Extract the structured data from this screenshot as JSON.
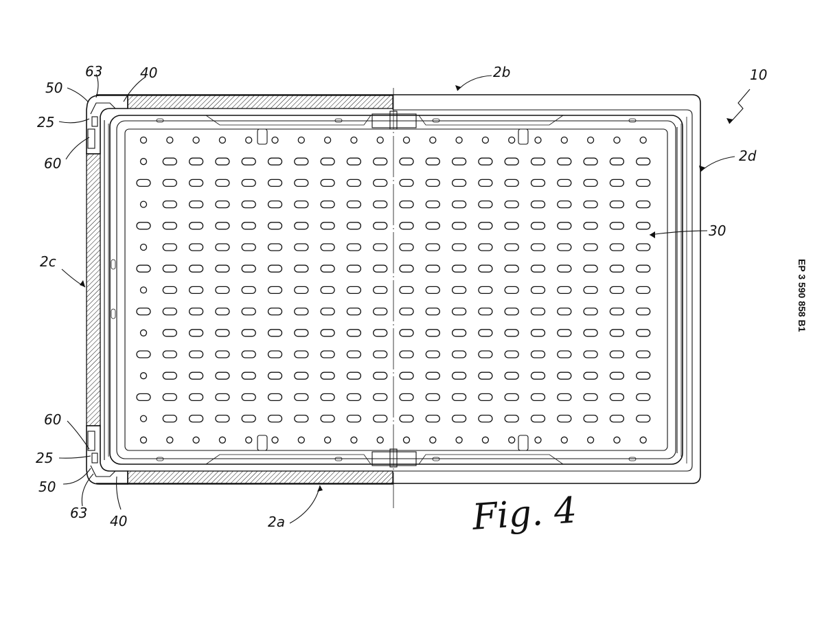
{
  "figure": {
    "caption": "Fig. 4",
    "publication_number": "EP 3 590 858 B1"
  },
  "reference_labels": {
    "top_63": "63",
    "top_40": "40",
    "top_50": "50",
    "top_25": "25",
    "top_60": "60",
    "label_2b": "2b",
    "label_10": "10",
    "label_2d": "2d",
    "label_30": "30",
    "label_2c": "2c",
    "bottom_60": "60",
    "bottom_25": "25",
    "bottom_50": "50",
    "bottom_63": "63",
    "bottom_40": "40",
    "label_2a": "2a"
  },
  "colors": {
    "ink": "#111111",
    "paper": "#ffffff"
  }
}
